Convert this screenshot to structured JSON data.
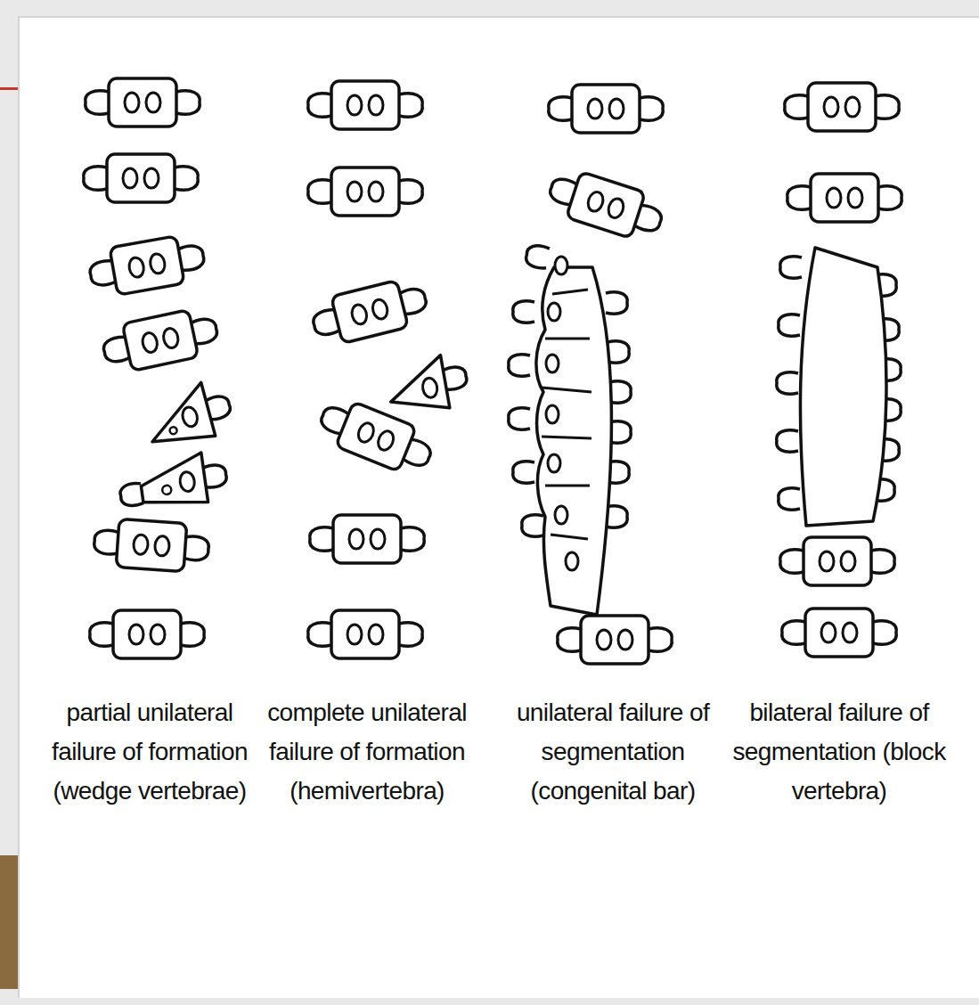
{
  "diagram": {
    "labels": [
      "partial unilateral failure of formation (wedge vertebrae)",
      "complete unilateral failure of formation (hemivertebra)",
      "unilateral failure of segmentation (congenital bar)",
      "bilateral failure of segmentation (block vertebra)"
    ]
  }
}
